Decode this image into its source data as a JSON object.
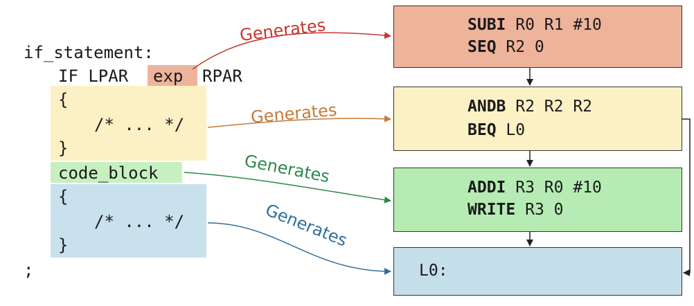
{
  "colors": {
    "red": "#c6352e",
    "orange": "#c57a3a",
    "green": "#2a8a4a",
    "blue": "#2f6f9e",
    "block1": "#eeb49b",
    "block2": "#fcf1c4",
    "block3": "#b6ecb4",
    "block4": "#c5dfea",
    "hl_exp": "#eeb49b",
    "hl_brace1": "#fcf1c4",
    "hl_codeblock": "#c6f0c0",
    "hl_brace2": "#c8e1ec"
  },
  "code": {
    "line1": "if_statement:",
    "line2_if": "IF LPAR",
    "line2_exp": "exp",
    "line2_rpar": "RPAR",
    "brace1_open": "{",
    "brace1_comment": "/* ... */",
    "brace1_close": "}",
    "code_block": "code_block",
    "brace2_open": "{",
    "brace2_comment": "/* ... */",
    "brace2_close": "}",
    "semicolon": ";"
  },
  "arrows": [
    {
      "label": "Generates"
    },
    {
      "label": "Generates"
    },
    {
      "label": "Generates"
    },
    {
      "label": "Generates"
    }
  ],
  "blocks": [
    {
      "lines": [
        {
          "op": "SUBI",
          "args": " R0 R1 #10"
        },
        {
          "op": "SEQ",
          "args": " R2 0"
        }
      ]
    },
    {
      "lines": [
        {
          "op": "ANDB",
          "args": " R2 R2 R2"
        },
        {
          "op": "BEQ",
          "args": " L0"
        }
      ]
    },
    {
      "lines": [
        {
          "op": "ADDI",
          "args": " R3 R0 #10"
        },
        {
          "op": "WRITE",
          "args": " R3 0"
        }
      ]
    },
    {
      "label": "L0:"
    }
  ]
}
